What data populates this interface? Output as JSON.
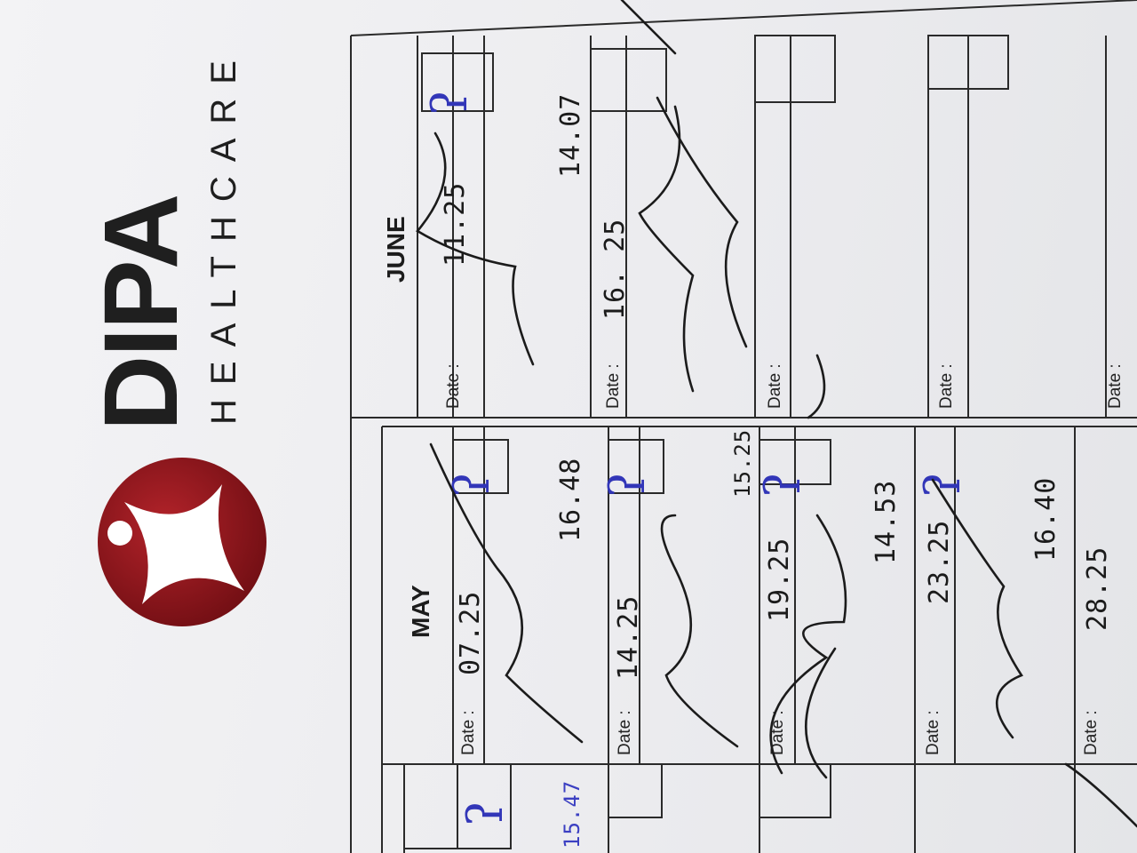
{
  "brand": {
    "name": "DIPA",
    "subtitle": "HEALTHCARE",
    "colors": {
      "logo_red": "#8e1519",
      "text": "#1f1f1f"
    }
  },
  "form": {
    "months": {
      "may": "MAY",
      "june": "JUNE"
    },
    "date_label": "Date :",
    "entries": [
      {
        "date": "07.25",
        "time": "16.48"
      },
      {
        "date": "14.25",
        "time": "15.25"
      },
      {
        "date": "19.25",
        "time": "14.53"
      },
      {
        "date": "23.25",
        "time": "16.40"
      },
      {
        "date": "28.25",
        "time": ""
      },
      {
        "date": "11.25",
        "time": "14.07"
      },
      {
        "date": "16. 25",
        "time": ""
      }
    ],
    "left_time": "15.47",
    "mark_glyph": "ʔ",
    "ink_colors": {
      "black": "#1b1b1b",
      "blue": "#3b3fc2"
    }
  }
}
